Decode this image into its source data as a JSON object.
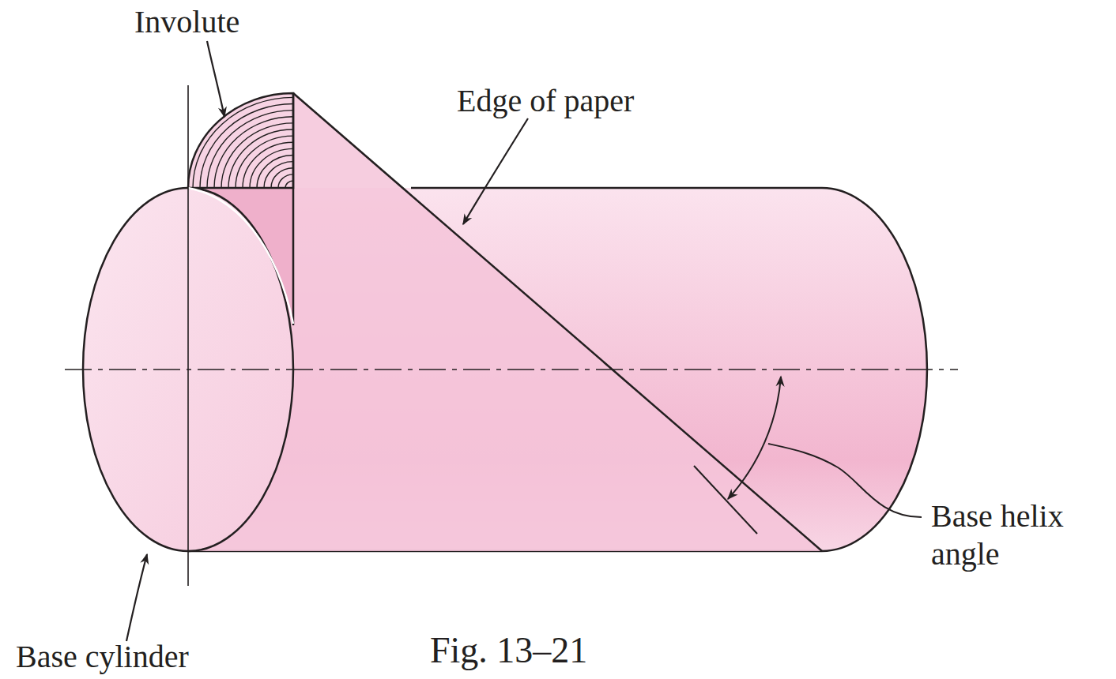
{
  "diagram": {
    "caption": "Fig. 13–21",
    "labels": [
      "Involute",
      "Edge of paper",
      "Base helix angle",
      "Base cylinder"
    ]
  }
}
